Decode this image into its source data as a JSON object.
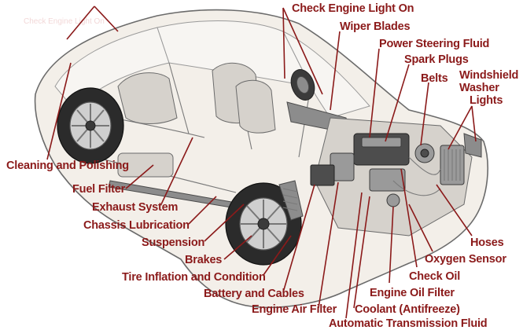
{
  "labels": {
    "check_engine_light": "Check Engine Light On",
    "wiper_blades": "Wiper Blades",
    "power_steering_fluid": "Power Steering Fluid",
    "spark_plugs": "Spark Plugs",
    "belts": "Belts",
    "windshield_washer_lights_1": "Windshield",
    "windshield_washer_lights_2": "Washer",
    "windshield_washer_lights_3": "Lights",
    "cleaning_polishing": "Cleaning and Polishing",
    "fuel_filter": "Fuel Filter",
    "exhaust_system": "Exhaust System",
    "chassis_lubrication": "Chassis Lubrication",
    "suspension": "Suspension",
    "brakes": "Brakes",
    "tire_inflation": "Tire Inflation and Condition",
    "battery_cables": "Battery and Cables",
    "engine_air_filter": "Engine Air Filter",
    "coolant": "Coolant (Antifreeze)",
    "engine_oil_filter": "Engine Oil Filter",
    "check_oil": "Check Oil",
    "oxygen_sensor": "Oxygen Sensor",
    "hoses": "Hoses",
    "automatic_transmission_fluid": "Automatic Transmission Fluid"
  },
  "colors": {
    "label": "#8b1a1a",
    "leader": "#8b1a1a"
  }
}
